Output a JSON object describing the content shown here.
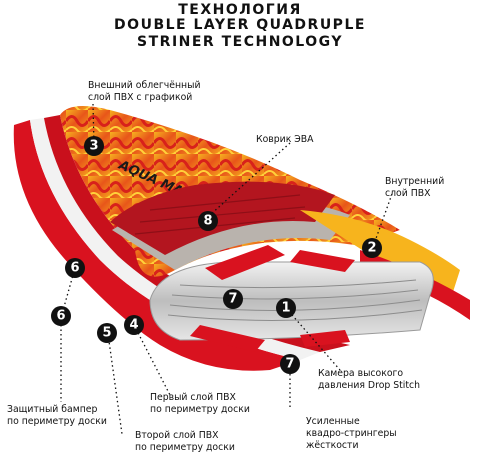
{
  "title": {
    "line1": "ТЕХНОЛОГИЯ",
    "line2": "DOUBLE LAYER QUADRUPLE",
    "line3": "STRINER TECHNOLOGY"
  },
  "labels": {
    "outer_pvc": "Внешний облегчённый\nслой ПВХ с графикой",
    "eva_pad": "Коврик ЭВА",
    "inner_pvc": "Внутренний\nслой ПВХ",
    "drop_stitch": "Камера высокого\nдавления Drop Stitch",
    "stringers": "Усиленные\nквадро-стрингеры\nжёсткости",
    "first_rail": "Первый слой ПВХ\nпо периметру доски",
    "second_rail": "Второй слой ПВХ\nпо периметру доски",
    "bumper": "Защитный бампер\nпо периметру доски"
  },
  "markers": {
    "m1": "1",
    "m2": "2",
    "m3": "3",
    "m4": "4",
    "m5": "5",
    "m6a": "6",
    "m6b": "6",
    "m7a": "7",
    "m7b": "7",
    "m8": "8"
  },
  "board_logo": "AQUA MARINA",
  "colors": {
    "red": "#d9121f",
    "dark_red": "#9e0d18",
    "orange": "#f4a21a",
    "yellow": "#ffd23a",
    "eva_red": "#b3151f",
    "eva_grey": "#b9b3ad",
    "core_grey": "#cfcfcf",
    "marker": "#111111"
  }
}
